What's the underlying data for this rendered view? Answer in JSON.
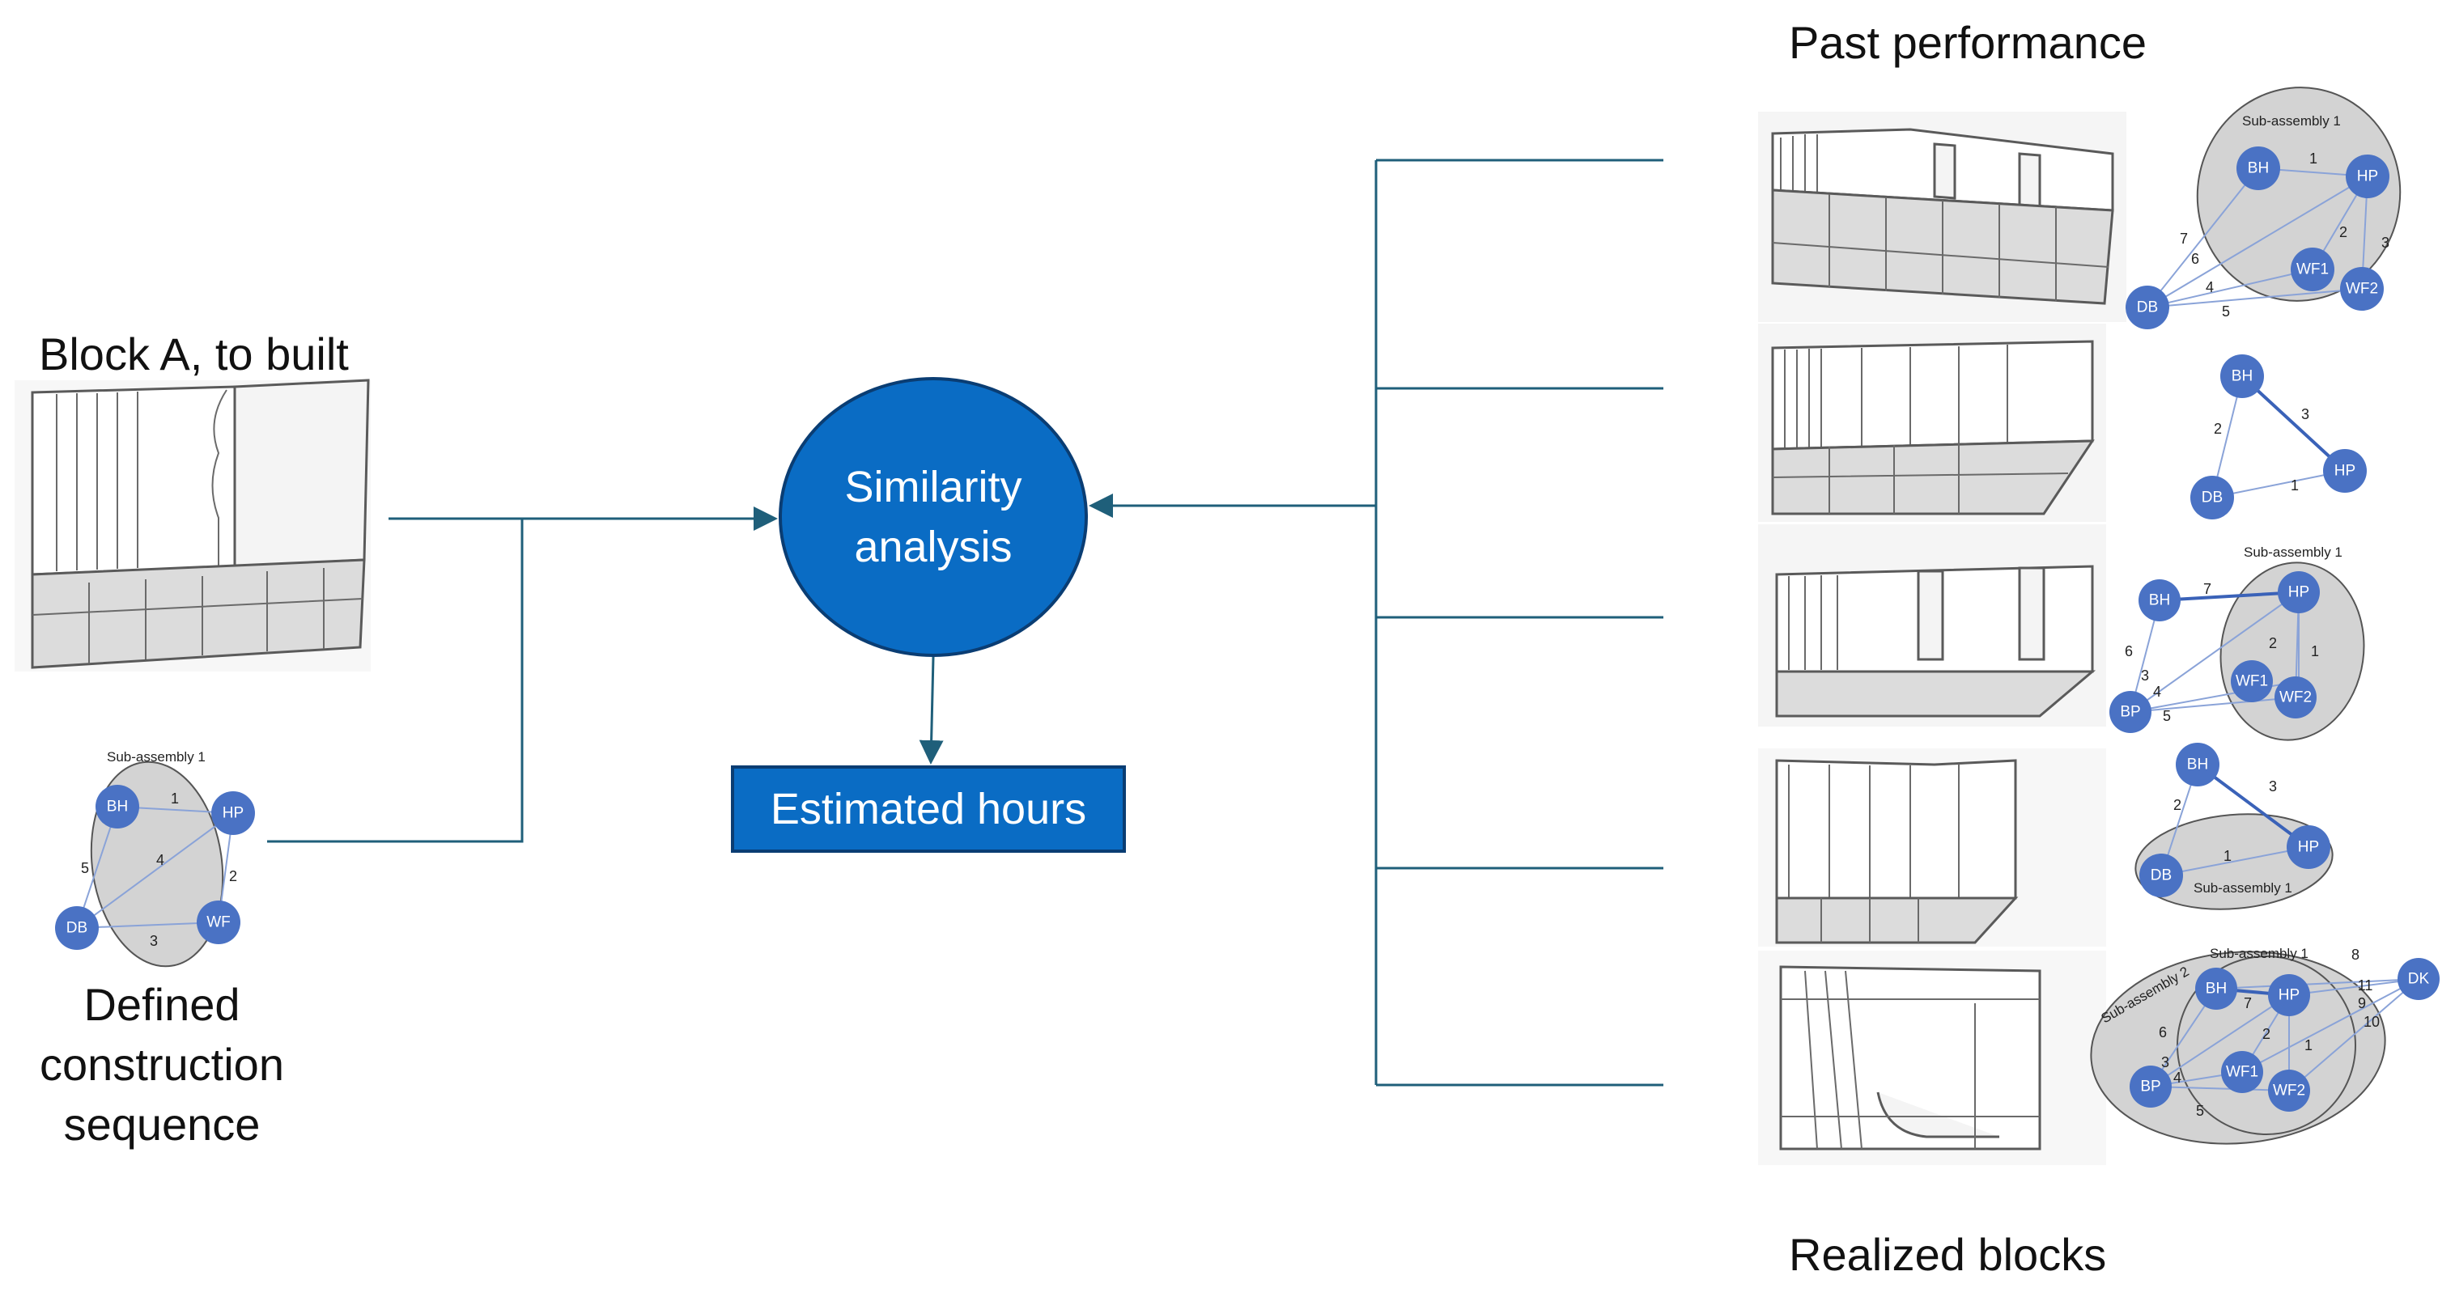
{
  "labels": {
    "block": "Block A, to built",
    "sequence": "Defined construction sequence",
    "past": "Past performance",
    "realized": "Realized blocks",
    "similarity": "Similarity analysis",
    "estimated": "Estimated hours"
  },
  "colors": {
    "node": "#4a72c4",
    "ellipse": "#d3d3d3",
    "connector": "#1f5f7a",
    "box": "#0a6cc4"
  },
  "graphs": [
    {
      "sub_label": "Sub-assembly 1",
      "nodes": {
        "bh": "BH",
        "hp": "HP",
        "wf": "WF",
        "db": "DB"
      },
      "edges": [
        "1",
        "2",
        "3",
        "4",
        "5"
      ]
    },
    {
      "sub_label": "Sub-assembly 1",
      "nodes": {
        "bh": "BH",
        "hp": "HP",
        "wf1": "WF1",
        "wf2": "WF2",
        "db": "DB"
      },
      "edges": [
        "1",
        "2",
        "3",
        "4",
        "5",
        "6",
        "7"
      ]
    },
    {
      "nodes": {
        "bh": "BH",
        "hp": "HP",
        "db": "DB"
      },
      "edges": [
        "1",
        "2",
        "3"
      ]
    },
    {
      "sub_label": "Sub-assembly 1",
      "nodes": {
        "bh": "BH",
        "hp": "HP",
        "wf1": "WF1",
        "wf2": "WF2",
        "bp": "BP"
      },
      "edges": [
        "1",
        "2",
        "3",
        "4",
        "5",
        "6",
        "7"
      ]
    },
    {
      "sub_label": "Sub-assembly 1",
      "nodes": {
        "bh": "BH",
        "hp": "HP",
        "db": "DB"
      },
      "edges": [
        "1",
        "2",
        "3"
      ]
    },
    {
      "sub_label": "Sub-assembly 1",
      "sub_label_2": "Sub-assembly 2",
      "nodes": {
        "bh": "BH",
        "hp": "HP",
        "wf1": "WF1",
        "wf2": "WF2",
        "bp": "BP",
        "dk": "DK"
      },
      "edges": [
        "1",
        "2",
        "3",
        "4",
        "5",
        "6",
        "7",
        "8",
        "9",
        "10",
        "11"
      ]
    }
  ]
}
